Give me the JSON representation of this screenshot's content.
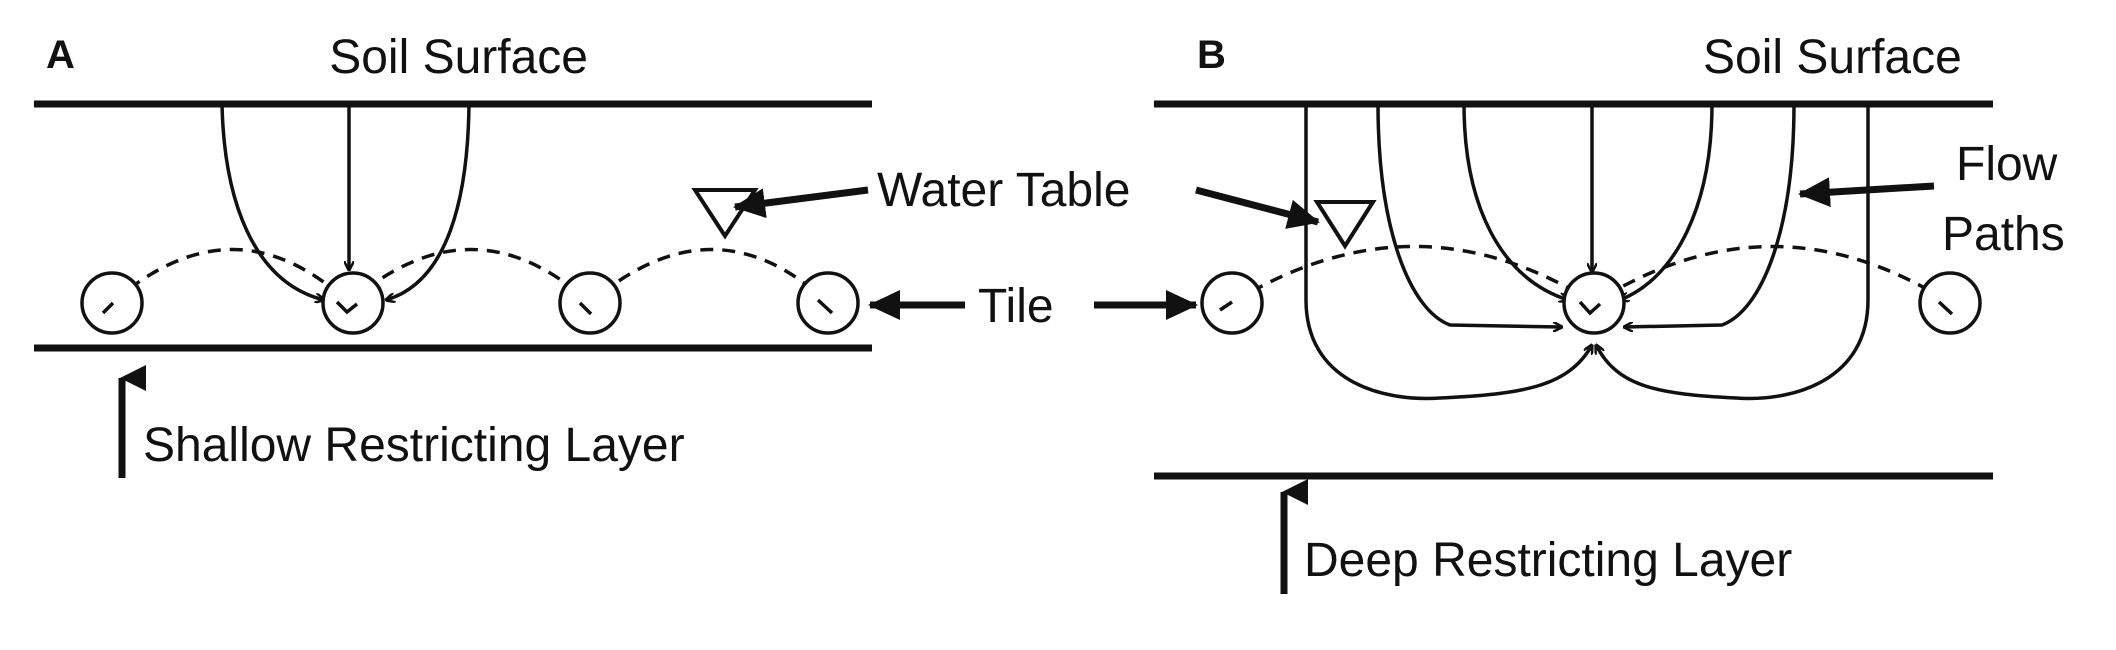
{
  "panel_a": {
    "letter": "A",
    "soil_surface": "Soil Surface",
    "restricting_layer": "Shallow Restricting Layer"
  },
  "panel_b": {
    "letter": "B",
    "soil_surface": "Soil Surface",
    "restricting_layer": "Deep Restricting Layer",
    "flow_paths_line1": "Flow",
    "flow_paths_line2": "Paths"
  },
  "labels": {
    "water_table": "Water Table",
    "tile": "Tile"
  },
  "colors": {
    "ink": "#111111",
    "background": "#ffffff"
  }
}
